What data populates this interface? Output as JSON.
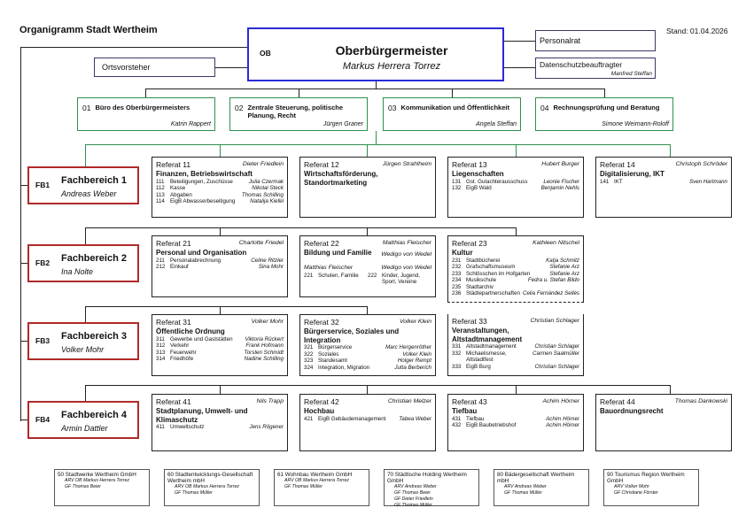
{
  "header": {
    "title": "Organigramm Stadt Wertheim",
    "stand": "Stand: 01.04.2026"
  },
  "ob": {
    "tag": "OB",
    "title": "Oberbürgermeister",
    "name": "Markus Herrera Torrez"
  },
  "ortsvorsteher": "Ortsvorsteher",
  "personalrat": "Personalrat",
  "datenschutz": {
    "label": "Datenschutzbeauftragter",
    "name": "Manfred Steffan"
  },
  "staff": [
    {
      "num": "01",
      "label": "Büro des Oberbürgermeisters",
      "name": "Katrin Rappert"
    },
    {
      "num": "02",
      "label": "Zentrale Steuerung, politische Planung, Recht",
      "name": "Jürgen Graner"
    },
    {
      "num": "03",
      "label": "Kommunikation und Öffentlichkeit",
      "name": "Angela Steffan"
    },
    {
      "num": "04",
      "label": "Rechnungsprüfung und Beratung",
      "name": "Simone Weimann-Roloff"
    }
  ],
  "fachbereiche": [
    {
      "tag": "FB1",
      "title": "Fachbereich 1",
      "name": "Andreas Weber"
    },
    {
      "tag": "FB2",
      "title": "Fachbereich 2",
      "name": "Ina Nolte"
    },
    {
      "tag": "FB3",
      "title": "Fachbereich 3",
      "name": "Volker Mohr"
    },
    {
      "tag": "FB4",
      "title": "Fachbereich 4",
      "name": "Armin Dattler"
    }
  ],
  "referate": {
    "r11": {
      "title": "Referat 11",
      "head": "Dieter Friedlein",
      "name": "Finanzen, Betriebswirtschaft",
      "items": [
        {
          "code": "111",
          "label": "Beteiligungen, Zuschüsse",
          "person": "Julia Czermak"
        },
        {
          "code": "112",
          "label": "Kasse",
          "person": "Nikolai Steck"
        },
        {
          "code": "113",
          "label": "Abgaben",
          "person": "Thomas Schilling"
        },
        {
          "code": "114",
          "label": "EigB Abwasserbeseitigung",
          "person": "Natalija Kiefel"
        }
      ]
    },
    "r12": {
      "title": "Referat 12",
      "head": "Jürgen Strahlheim",
      "name": "Wirtschaftsförderung, Standortmarketing",
      "items": []
    },
    "r13": {
      "title": "Referat 13",
      "head": "Hubert Burger",
      "name": "Liegenschaften",
      "items": [
        {
          "code": "131",
          "label": "Gst. Gutachterausschuss",
          "person": "Leonie Fischer"
        },
        {
          "code": "132",
          "label": "EigB Wald",
          "person": "Benjamin Nehls"
        }
      ]
    },
    "r14": {
      "title": "Referat 14",
      "head": "Christoph Schröder",
      "name": "Digitalisierung, IKT",
      "items": [
        {
          "code": "141",
          "label": "IKT",
          "person": "Sven Hartmann"
        }
      ]
    },
    "r21": {
      "title": "Referat 21",
      "head": "Charlotte Friedel",
      "name": "Personal und Organisation",
      "items": [
        {
          "code": "211",
          "label": "Personalabrechnung",
          "person": "Celine Ritzler"
        },
        {
          "code": "212",
          "label": "Einkauf",
          "person": "Sina Mohr"
        }
      ]
    },
    "r22": {
      "title": "Referat 22",
      "head": "Matthias Fleischer",
      "name": "Bildung und Familie",
      "head2": "Wedigo von Wedel",
      "sub": {
        "left_head": "Matthias Fleischer",
        "right_head": "Wedigo von Wedel",
        "left": {
          "code": "221",
          "label": "Schulen, Familie"
        },
        "right": {
          "code": "222",
          "label1": "Kinder, Jugend,",
          "label2": "Sport, Vereine"
        }
      }
    },
    "r23": {
      "title": "Referat 23",
      "head": "Kathleen Nitschel",
      "name": "Kultur",
      "items": [
        {
          "code": "231",
          "label": "Stadtbücherei",
          "person": "Katja Schmitz"
        },
        {
          "code": "232",
          "label": "Grafschaftsmuseum",
          "person": "Stefanie Arz"
        },
        {
          "code": "233",
          "label": "Schlösschen im Hofgarten",
          "person": "Stefanie Arz"
        },
        {
          "code": "234",
          "label": "Musikschule",
          "person": "Fedra u. Stefan Bildo"
        },
        {
          "code": "235",
          "label": "Stadtarchiv",
          "person": ""
        },
        {
          "code": "236",
          "label": "Städtepartnerschaften",
          "person": "Celia Fernández Sellés"
        }
      ]
    },
    "r33": {
      "title": "Referat 33",
      "head": "Christian Schlager",
      "name": "Veranstaltungen, Altstadtmanagement",
      "items": [
        {
          "code": "331",
          "label": "Altstadtmanagement",
          "person": "Christian Schlager"
        },
        {
          "code": "332",
          "label": "Michaelismesse, Altstadtfest",
          "person": "Carmen Saalmüller"
        },
        {
          "code": "333",
          "label": "EigB Burg",
          "person": "Christian Schlager"
        }
      ]
    },
    "r31": {
      "title": "Referat 31",
      "head": "Volker Mohr",
      "name": "Öffentliche Ordnung",
      "items": [
        {
          "code": "311",
          "label": "Gewerbe und Gaststätten",
          "person": "Viktoria Rückert"
        },
        {
          "code": "312",
          "label": "Verkehr",
          "person": "Frank Hofmann"
        },
        {
          "code": "313",
          "label": "Feuerwehr",
          "person": "Torsten Schmidt"
        },
        {
          "code": "314",
          "label": "Friedhöfe",
          "person": "Nadine Schilling"
        }
      ]
    },
    "r32": {
      "title": "Referat 32",
      "head": "Volker Klein",
      "name": "Bürgerservice, Soziales und Integration",
      "items": [
        {
          "code": "321",
          "label": "Bürgerservice",
          "person": "Marc Hergenröther"
        },
        {
          "code": "322",
          "label": "Soziales",
          "person": "Volker Klein"
        },
        {
          "code": "323",
          "label": "Standesamt",
          "person": "Holger Rempt"
        },
        {
          "code": "324",
          "label": "Integration, Migration",
          "person": "Jutta Berberich"
        }
      ]
    },
    "r41": {
      "title": "Referat 41",
      "head": "Nils Trapp",
      "name": "Stadtplanung, Umwelt- und Klimaschutz",
      "items": [
        {
          "code": "411",
          "label": "Umweltschutz",
          "person": "Jens Rögener"
        }
      ]
    },
    "r42": {
      "title": "Referat 42",
      "head": "Christian Melzer",
      "name": "Hochbau",
      "items": [
        {
          "code": "421",
          "label": "EigB Gebäudemanagement",
          "person": "Tabea Weber"
        }
      ]
    },
    "r43": {
      "title": "Referat 43",
      "head": "Achim Hörner",
      "name": "Tiefbau",
      "items": [
        {
          "code": "431",
          "label": "Tiefbau",
          "person": "Achim Hörner"
        },
        {
          "code": "432",
          "label": "EigB Baubetriebshof",
          "person": "Achim Hörner"
        }
      ]
    },
    "r44": {
      "title": "Referat 44",
      "head": "Thomas Dankowski",
      "name": "Bauordnungsrecht",
      "items": []
    }
  },
  "companies": [
    {
      "name": "50 Stadtwerke Wertheim GmbH",
      "lines": [
        "ARV OB Markus Herrera Torrez",
        "GF Thomas Beier"
      ]
    },
    {
      "name": "60 Stadtentwicklungs-Gesellschaft Wertheim mbH",
      "lines": [
        "ARV OB Markus Herrera Torrez",
        "GF Thomas Müller"
      ]
    },
    {
      "name": "61 Wohnbau Wertheim GmbH",
      "lines": [
        "ARV OB Markus Herrera Torrez",
        "GF Thomas Müller"
      ]
    },
    {
      "name": "70 Städtische Holding Wertheim GmbH",
      "lines": [
        "ARV Andreas Weber",
        "GF Thomas Beier",
        "GF Dieter Friedlein",
        "GF Thomas Müller"
      ]
    },
    {
      "name": "80 Bädergesellschaft Wertheim mbH",
      "lines": [
        "ARV Andreas Weber",
        "GF Thomas Müller"
      ]
    },
    {
      "name": "90 Tourismus Region Wertheim GmbH",
      "lines": [
        "ARV Volker Mohr",
        "GF Christiane Förster"
      ]
    }
  ]
}
